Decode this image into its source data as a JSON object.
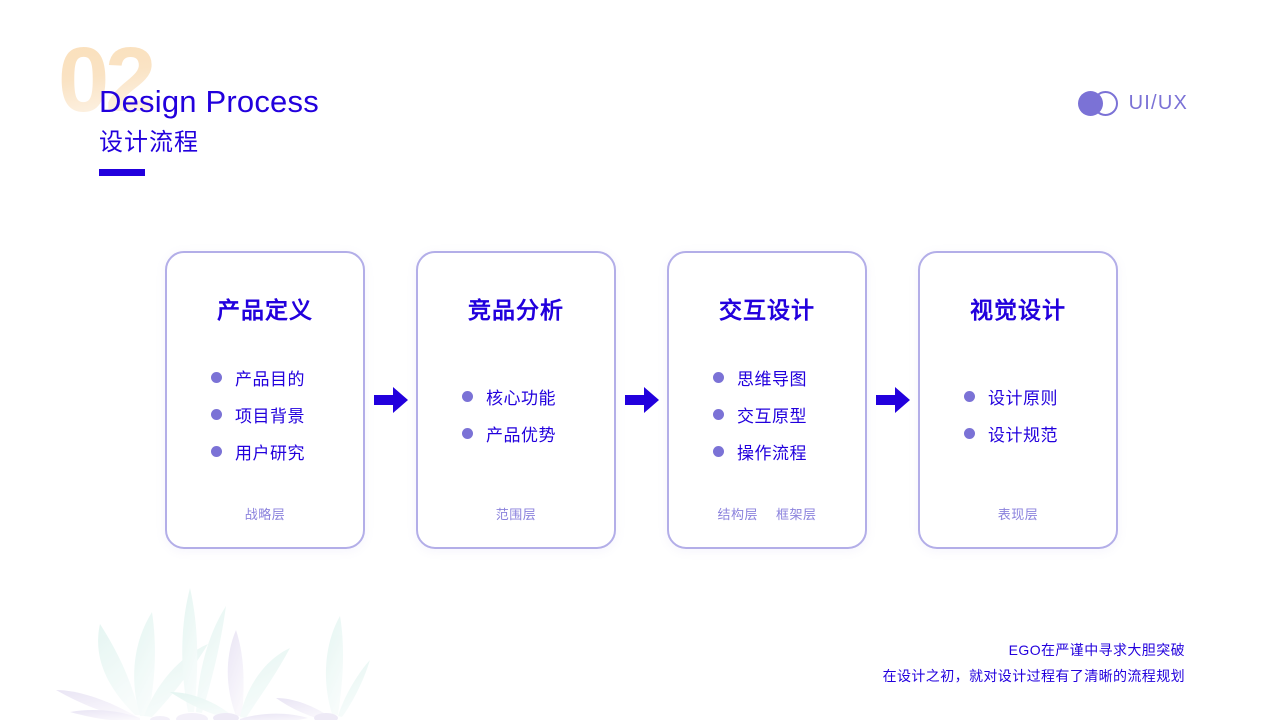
{
  "header": {
    "section_number": "02",
    "title_en": "Design Process",
    "title_zh": "设计流程"
  },
  "badge": {
    "label": "UI/UX",
    "mark_filled_icon": "circle-filled-icon",
    "mark_outline_icon": "circle-outline-icon",
    "accent_color": "#7b72d6"
  },
  "flow": {
    "arrow_icon": "arrow-right-icon",
    "cards": [
      {
        "title": "产品定义",
        "bullets": [
          "产品目的",
          "项目背景",
          "用户研究"
        ],
        "footers": [
          "战略层"
        ]
      },
      {
        "title": "竞品分析",
        "bullets": [
          "核心功能",
          "产品优势"
        ],
        "footers": [
          "范围层"
        ]
      },
      {
        "title": "交互设计",
        "bullets": [
          "思维导图",
          "交互原型",
          "操作流程"
        ],
        "footers": [
          "结构层",
          "框架层"
        ]
      },
      {
        "title": "视觉设计",
        "bullets": [
          "设计原则",
          "设计规范"
        ],
        "footers": [
          "表现层"
        ]
      }
    ]
  },
  "caption": {
    "lines": [
      "EGO在严谨中寻求大胆突破",
      "在设计之初，就对设计过程有了清晰的流程规划"
    ]
  },
  "colors": {
    "primary_blue": "#2200dd",
    "lavender": "#b3aee8",
    "purple": "#7b72d6",
    "peach": "#fbdfb9"
  }
}
